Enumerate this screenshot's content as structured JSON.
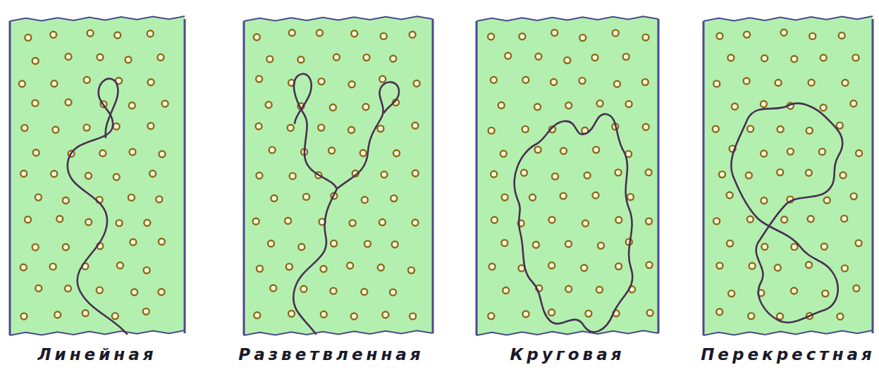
{
  "diagram": {
    "labels": [
      "Линейная",
      "Разветвленная",
      "Круговая",
      "Перекрестная"
    ]
  }
}
